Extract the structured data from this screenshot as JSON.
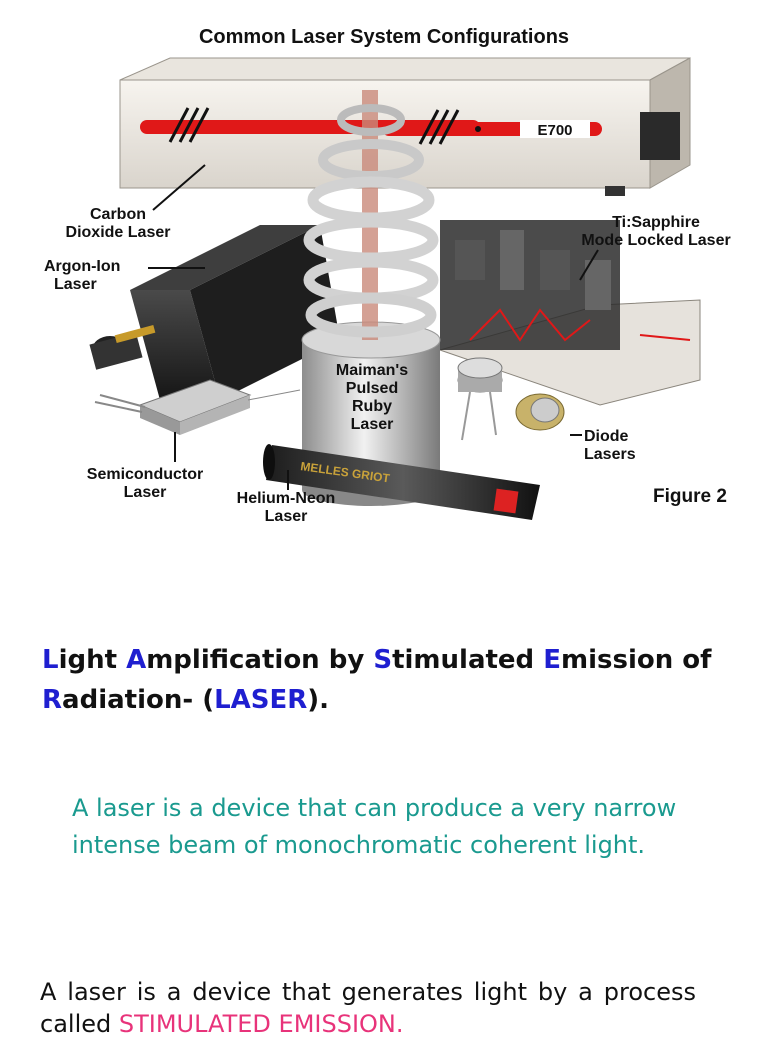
{
  "figure": {
    "title": "Common Laser System Configurations",
    "figure_label": "Figure 2",
    "brand_label": "E700",
    "labels": {
      "co2": [
        "Carbon",
        "Dioxide Laser"
      ],
      "argon": [
        "Argon-Ion",
        "Laser"
      ],
      "tisapphire": [
        "Ti:Sapphire",
        "Mode Locked Laser"
      ],
      "ruby": [
        "Maiman's",
        "Pulsed",
        "Ruby",
        "Laser"
      ],
      "diode": [
        "Diode",
        "Lasers"
      ],
      "semiconductor": [
        "Semiconductor",
        "Laser"
      ],
      "heliumneon": [
        "Helium-Neon",
        "Laser"
      ]
    },
    "melles_griot": "MELLES GRIOT"
  },
  "heading": {
    "l": "L",
    "ight": "ight ",
    "a": "A",
    "mplification": "mplification by ",
    "s": "S",
    "timulated": "timulated ",
    "e": "E",
    "mission": "mission of",
    "r": "R",
    "adiation": "adiation- (",
    "laser": "LASER",
    "close": ")."
  },
  "definition": "A laser is a device that can produce a very narrow intense beam of monochromatic coherent light.",
  "body": {
    "line1": "A laser is a device that generates light by a process",
    "line2_prefix": "called ",
    "line2_highlight": "STIMULATED EMISSION."
  },
  "colors": {
    "accent_blue": "#1f1fd0",
    "teal": "#1a9a8f",
    "pink": "#e8337a",
    "laser_red": "#e01818"
  }
}
